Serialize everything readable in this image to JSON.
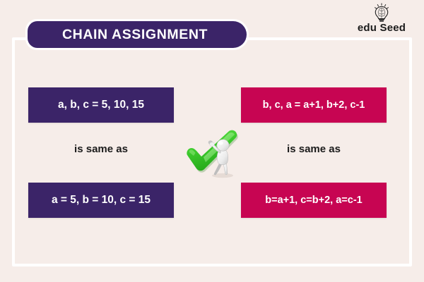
{
  "header": {
    "title": "CHAIN ASSIGNMENT",
    "logo": {
      "text_primary": "edu",
      "text_secondary": "Seed",
      "icon": "lightbulb-brain-icon"
    }
  },
  "colors": {
    "background": "#F6EDE9",
    "frame": "#FFFFFF",
    "purple": "#3B2468",
    "crimson": "#C70552",
    "check_green": "#3DCB2E",
    "text_dark": "#1B1B1B"
  },
  "columns": [
    {
      "id": "left",
      "accent": "#3B2468",
      "top_box": "a, b, c = 5, 10, 15",
      "connector": "is same as",
      "bottom_box": "a = 5, b = 10, c = 15"
    },
    {
      "id": "right",
      "accent": "#C70552",
      "top_box": "b, c, a = a+1, b+2, c-1",
      "connector": "is same as",
      "bottom_box": "b=a+1, c=b+2, a=c-1"
    }
  ],
  "center": {
    "icon": "green-checkmark-with-figure",
    "check_color": "#3DCB2E",
    "figure": "3d-white-person-pushing-checkmark"
  }
}
